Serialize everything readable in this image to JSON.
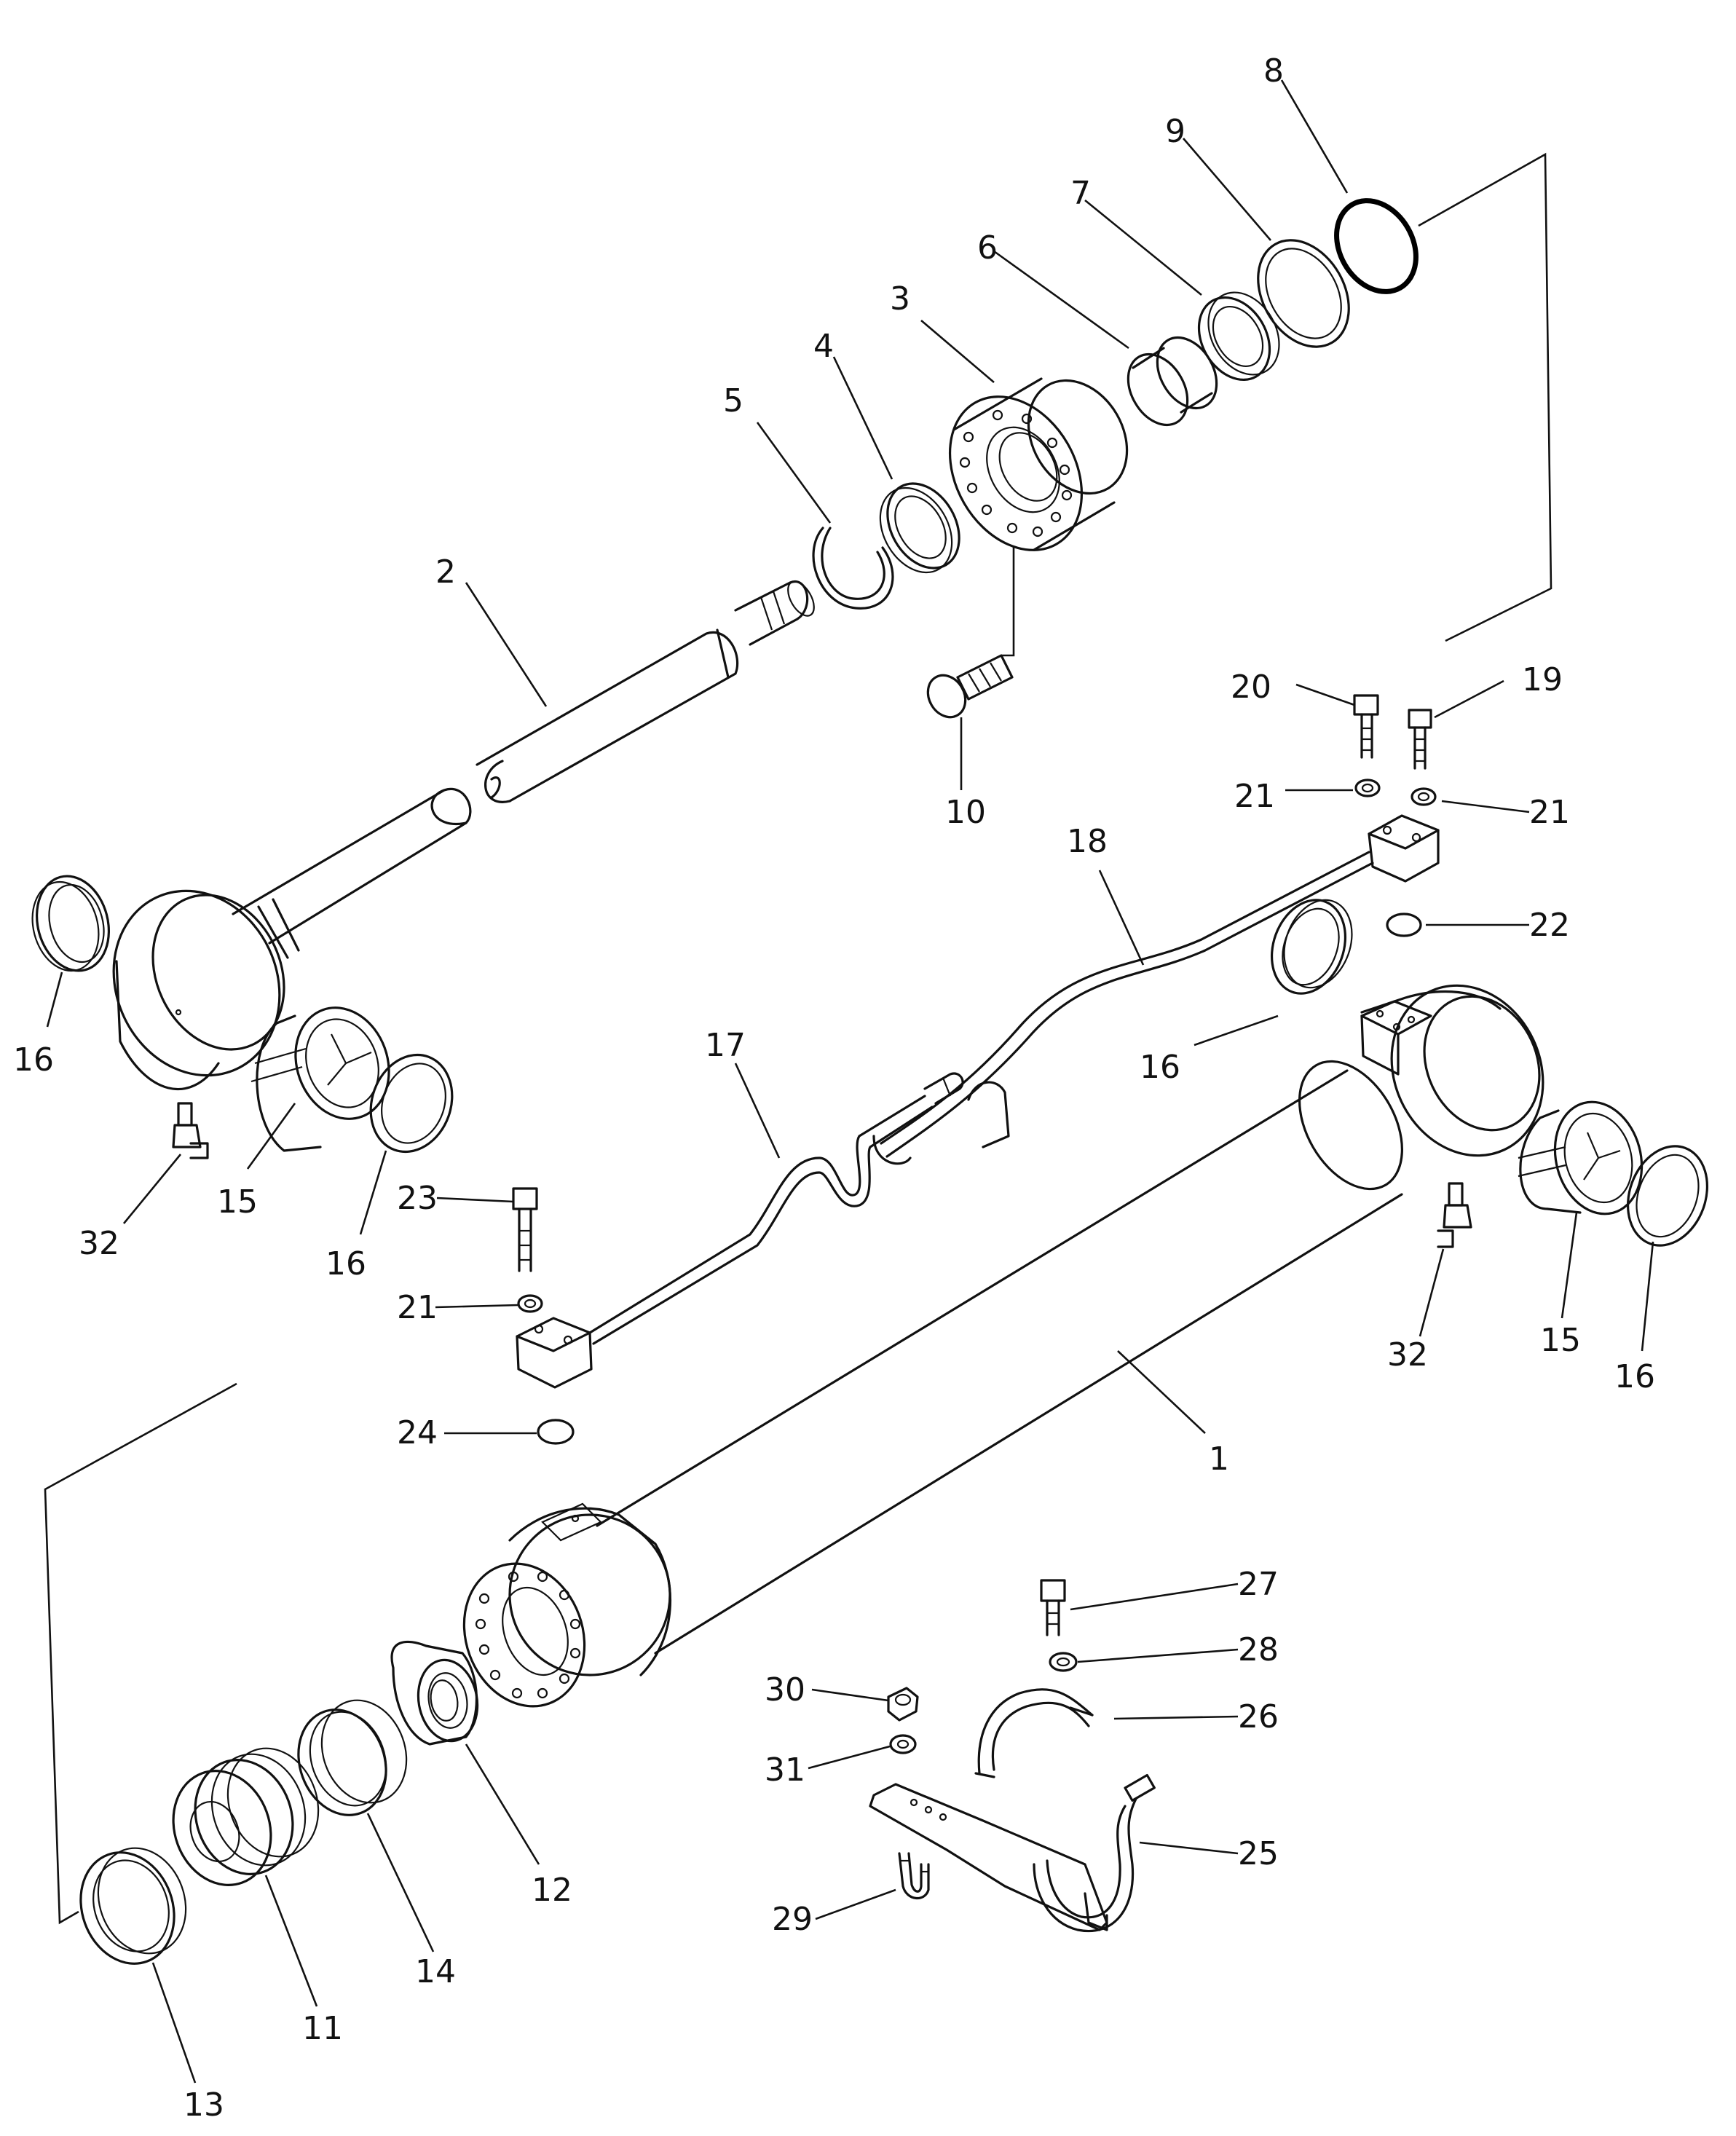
{
  "callouts": {
    "c1": "1",
    "c2": "2",
    "c3": "3",
    "c4": "4",
    "c5": "5",
    "c6": "6",
    "c7": "7",
    "c8": "8",
    "c9": "9",
    "c10": "10",
    "c11": "11",
    "c12": "12",
    "c13": "13",
    "c14": "14",
    "c15a": "15",
    "c15b": "15",
    "c16a": "16",
    "c16b": "16",
    "c16c": "16",
    "c16d": "16",
    "c17": "17",
    "c18": "18",
    "c19": "19",
    "c20": "20",
    "c21a": "21",
    "c21b": "21",
    "c21c": "21",
    "c22": "22",
    "c23": "23",
    "c24": "24",
    "c25": "25",
    "c26": "26",
    "c27": "27",
    "c28": "28",
    "c29": "29",
    "c30": "30",
    "c31": "31",
    "c32a": "32",
    "c32b": "32"
  }
}
